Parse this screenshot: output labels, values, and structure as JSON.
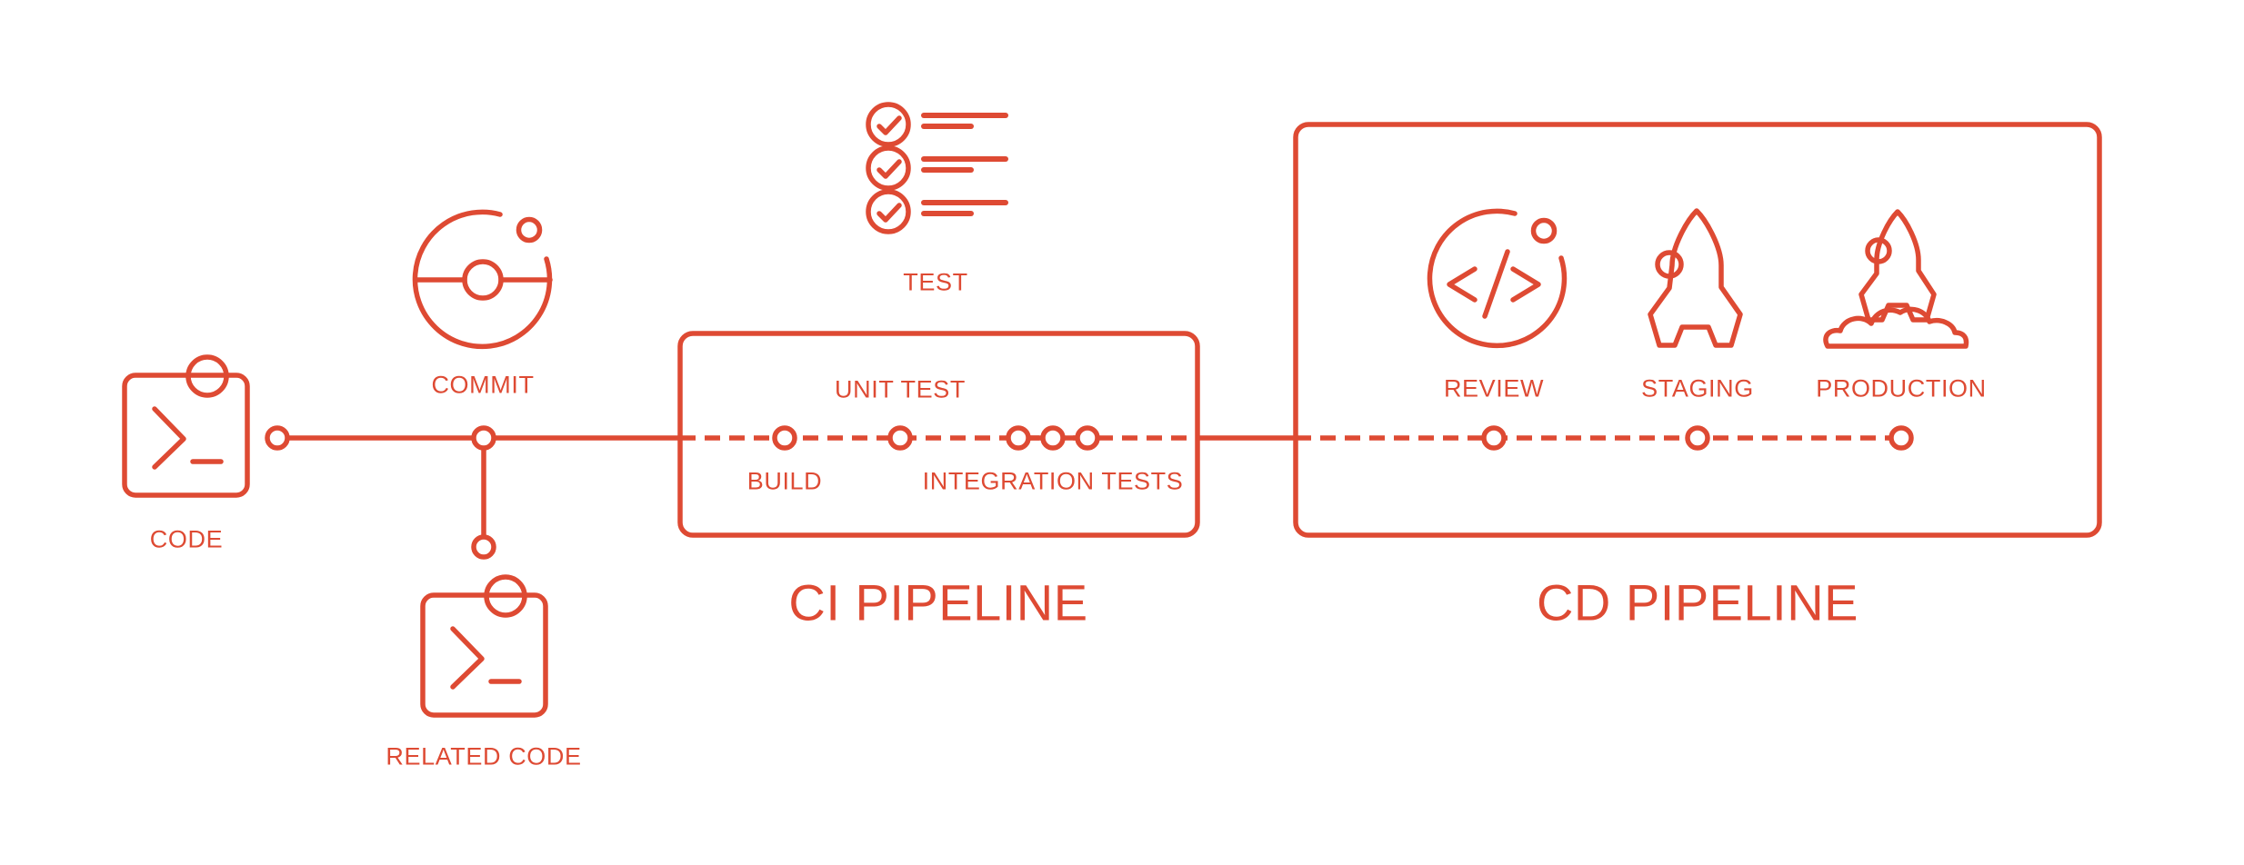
{
  "title": "CI/CD pipeline diagram",
  "colors": {
    "accent": "#DE4A33",
    "background": "#FFFFFF"
  },
  "source_flow": {
    "code": {
      "label": "CODE",
      "icon": "terminal-code-icon"
    },
    "commit": {
      "label": "COMMIT",
      "icon": "git-commit-icon"
    },
    "related_code": {
      "label": "RELATED CODE",
      "icon": "terminal-code-icon"
    }
  },
  "test_checklist": {
    "label": "TEST",
    "icon": "checklist-icon",
    "items_checked": 3
  },
  "ci_pipeline": {
    "title": "CI PIPELINE",
    "stages": [
      {
        "label": "BUILD",
        "label_position": "below",
        "nodes": 1
      },
      {
        "label": "UNIT TEST",
        "label_position": "above",
        "nodes": 1
      },
      {
        "label": "INTEGRATION TESTS",
        "label_position": "below",
        "nodes": 3
      }
    ]
  },
  "cd_pipeline": {
    "title": "CD PIPELINE",
    "stages": [
      {
        "label": "REVIEW",
        "icon": "code-review-icon"
      },
      {
        "label": "STAGING",
        "icon": "rocket-icon"
      },
      {
        "label": "PRODUCTION",
        "icon": "rocket-launch-icon"
      }
    ]
  }
}
